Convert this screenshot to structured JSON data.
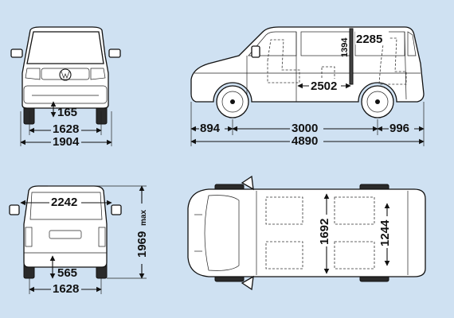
{
  "dimensions": {
    "front_ground_clearance": "165",
    "front_track": "1628",
    "front_width": "1904",
    "side_cargo_height": "1394",
    "side_upper_length": "2285",
    "side_cargo_length": "2502",
    "front_overhang": "894",
    "wheelbase": "3000",
    "rear_overhang": "996",
    "overall_length": "4890",
    "rear_inner_width": "2242",
    "rear_height": "1969",
    "rear_height_suffix": "max",
    "rear_load_height": "565",
    "rear_track": "1628",
    "top_inner_width_1": "1692",
    "top_inner_width_2": "1244"
  },
  "colors": {
    "background": "#cfe1f2",
    "body": "#ffffff",
    "line": "#111111"
  }
}
